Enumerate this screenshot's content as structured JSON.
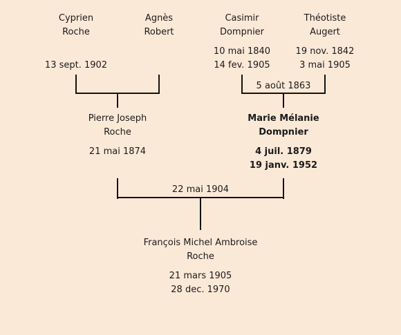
{
  "generation1": [
    {
      "first_name": "Cyprien",
      "surname": "Roche",
      "birth": "",
      "death": "13 sept. 1902"
    },
    {
      "first_name": "Agnès",
      "surname": "Robert",
      "birth": "",
      "death": ""
    },
    {
      "first_name": "Casimir",
      "surname": "Dompnier",
      "birth": "10 mai 1840",
      "death": "14 fev. 1905"
    },
    {
      "first_name": "Théotiste",
      "surname": "Augert",
      "birth": "19 nov. 1842",
      "death": "3 mai 1905"
    }
  ],
  "marriage_casimir_theotiste": "5 août 1863",
  "generation2": [
    {
      "first_name": "Pierre Joseph",
      "surname": "Roche",
      "birth": "21 mai 1874",
      "death": ""
    },
    {
      "first_name": "Marie Mélanie",
      "surname": "Dompnier",
      "birth": "4 juil. 1879",
      "death": "19 janv. 1952"
    }
  ],
  "marriage_pierre_marie": "22 mai 1904",
  "generation3": {
    "first_name": "François Michel Ambroise",
    "surname": "Roche",
    "birth": "21 mars 1905",
    "death": "28 dec. 1970"
  }
}
